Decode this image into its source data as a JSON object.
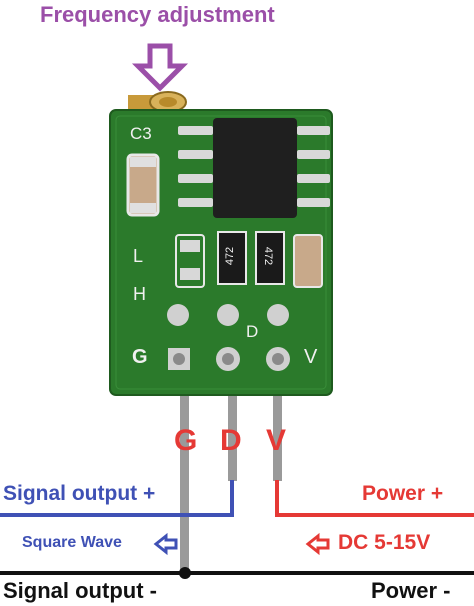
{
  "title": "Frequency adjustment",
  "board": {
    "cap_label": "C3",
    "mode_low": "L",
    "mode_high": "H",
    "pad_label": "D",
    "pin_g_silk": "G",
    "pin_v_silk": "V",
    "resistor_1": "472",
    "resistor_2": "472"
  },
  "pins": {
    "g": "G",
    "d": "D",
    "v": "V"
  },
  "labels": {
    "signal_output_plus": "Signal output +",
    "square_wave": "Square Wave",
    "power_plus": "Power +",
    "dc_range": "DC 5-15V",
    "signal_output_minus": "Signal output -",
    "power_minus": "Power -"
  },
  "colors": {
    "purple": "#9B4FA8",
    "blue": "#3F51B5",
    "red": "#E53935",
    "pcb": "#2B7A2B",
    "black": "#111111"
  }
}
